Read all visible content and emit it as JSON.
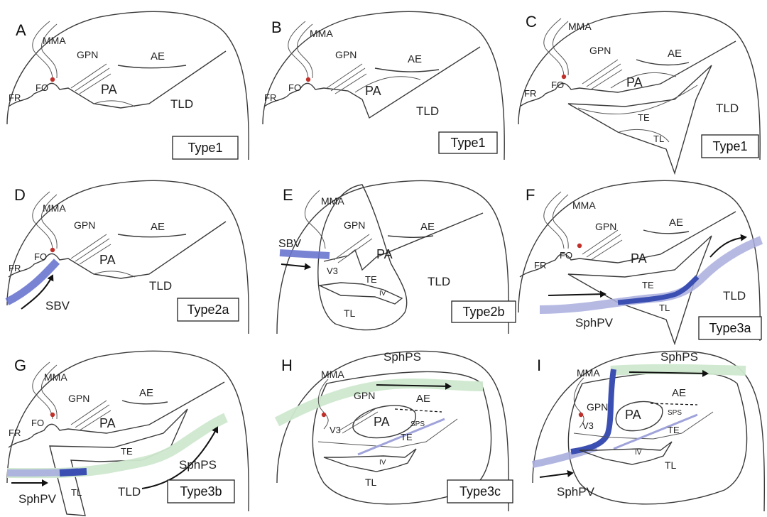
{
  "colors": {
    "vein_blue": "#3b4fb3",
    "vein_light_blue": "#a9aede",
    "sinus_green": "#cfe8cf",
    "foramen_red": "#c0302b"
  },
  "panels": [
    {
      "letter": "A",
      "type": "Type1",
      "labels": {
        "mma": "MMA",
        "gpn": "GPN",
        "ae": "AE",
        "fo": "FO",
        "fr": "FR",
        "pa": "PA",
        "tld": "TLD"
      }
    },
    {
      "letter": "B",
      "type": "Type1",
      "labels": {
        "mma": "MMA",
        "gpn": "GPN",
        "ae": "AE",
        "fo": "FO",
        "fr": "FR",
        "pa": "PA",
        "tld": "TLD"
      }
    },
    {
      "letter": "C",
      "type": "Type1",
      "labels": {
        "mma": "MMA",
        "gpn": "GPN",
        "ae": "AE",
        "fo": "FO",
        "fr": "FR",
        "pa": "PA",
        "te": "TE",
        "tl": "TL",
        "tld": "TLD"
      }
    },
    {
      "letter": "D",
      "type": "Type2a",
      "labels": {
        "mma": "MMA",
        "gpn": "GPN",
        "ae": "AE",
        "fo": "FO",
        "fr": "FR",
        "pa": "PA",
        "tld": "TLD",
        "sbv": "SBV"
      }
    },
    {
      "letter": "E",
      "type": "Type2b",
      "labels": {
        "mma": "MMA",
        "gpn": "GPN",
        "ae": "AE",
        "pa": "PA",
        "tld": "TLD",
        "sbv": "SBV",
        "v3": "V3",
        "te": "TE",
        "iv": "IV",
        "tl": "TL"
      }
    },
    {
      "letter": "F",
      "type": "Type3a",
      "labels": {
        "mma": "MMA",
        "gpn": "GPN",
        "ae": "AE",
        "fo": "FO",
        "fr": "FR",
        "pa": "PA",
        "te": "TE",
        "tl": "TL",
        "tld": "TLD",
        "sphpv": "SphPV"
      }
    },
    {
      "letter": "G",
      "type": "Type3b",
      "labels": {
        "mma": "MMA",
        "gpn": "GPN",
        "ae": "AE",
        "fo": "FO",
        "fr": "FR",
        "pa": "PA",
        "te": "TE",
        "tl": "TL",
        "tld": "TLD",
        "sphpv": "SphPV",
        "sphps": "SphPS"
      }
    },
    {
      "letter": "H",
      "type": "Type3c",
      "labels": {
        "mma": "MMA",
        "gpn": "GPN",
        "ae": "AE",
        "pa": "PA",
        "sps": "SPS",
        "v3": "V3",
        "te": "TE",
        "iv": "IV",
        "tl": "TL",
        "sphps": "SphPS"
      }
    },
    {
      "letter": "I",
      "type": "",
      "labels": {
        "mma": "MMA",
        "gpn": "GPN",
        "ae": "AE",
        "pa": "PA",
        "sps": "SPS",
        "v3": "V3",
        "te": "TE",
        "iv": "IV",
        "tl": "TL",
        "sphpv": "SphPV",
        "sphps": "SphPS"
      }
    }
  ]
}
